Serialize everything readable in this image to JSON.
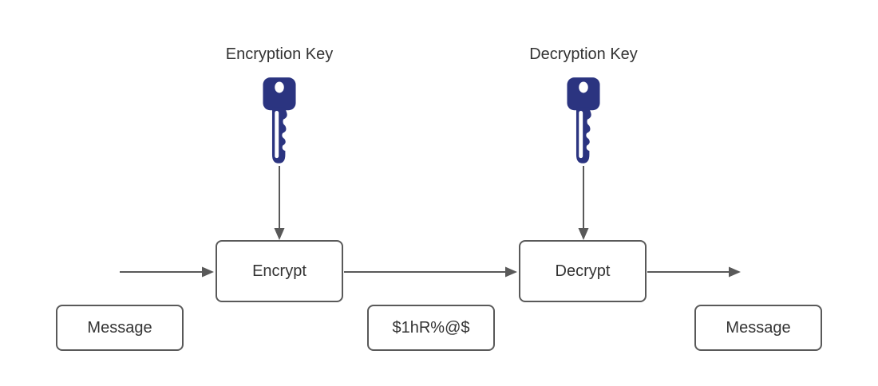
{
  "diagram": {
    "encryption_key_label": "Encryption Key",
    "decryption_key_label": "Decryption Key",
    "encrypt_label": "Encrypt",
    "decrypt_label": "Decrypt",
    "message_in_label": "Message",
    "ciphertext_label": "$1hR%@$",
    "message_out_label": "Message"
  },
  "icons": {
    "encryption_key": "key-icon",
    "decryption_key": "key-icon"
  },
  "colors": {
    "key_fill": "#2b3480",
    "key_hole": "#ffffff",
    "line": "#595959",
    "box_border": "#595959",
    "text": "#333333",
    "background": "#ffffff"
  }
}
